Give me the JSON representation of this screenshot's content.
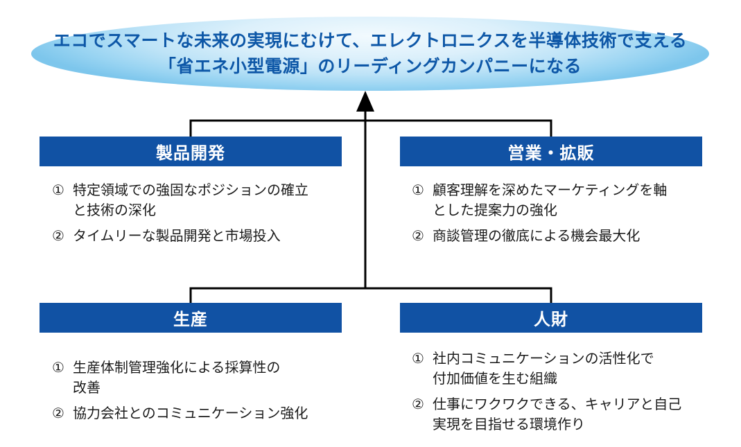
{
  "vision": {
    "line1": "エコでスマートな未来の実現にむけて、エレクトロニクスを半導体技術で支える",
    "line2": "「省エネ小型電源」のリーディングカンパニーになる"
  },
  "sections": [
    {
      "title": "製品開発",
      "items": [
        {
          "marker": "①",
          "text": "特定領域での強固なポジションの確立\nと技術の深化"
        },
        {
          "marker": "②",
          "text": "タイムリーな製品開発と市場投入"
        }
      ]
    },
    {
      "title": "営業・拡販",
      "items": [
        {
          "marker": "①",
          "text": "顧客理解を深めたマーケティングを軸\nとした提案力の強化"
        },
        {
          "marker": "②",
          "text": "商談管理の徹底による機会最大化"
        }
      ]
    },
    {
      "title": "生産",
      "items": [
        {
          "marker": "①",
          "text": "生産体制管理強化による採算性の\n改善"
        },
        {
          "marker": "②",
          "text": "協力会社とのコミュニケーション強化"
        }
      ]
    },
    {
      "title": "人財",
      "items": [
        {
          "marker": "①",
          "text": "社内コミュニケーションの活性化で\n付加価値を生む組織"
        },
        {
          "marker": "②",
          "text": "仕事にワクワクできる、キャリアと自己\n実現を目指せる環境作り"
        }
      ]
    }
  ],
  "colors": {
    "header_bg": "#1152A4",
    "header_text": "#FFFFFF",
    "vision_text": "#0D57A7",
    "ellipse_gradient_light": "#F2FAFE",
    "ellipse_gradient_dark": "#7DC6EC",
    "body_text": "#1A1A1A",
    "connector": "#000000"
  }
}
